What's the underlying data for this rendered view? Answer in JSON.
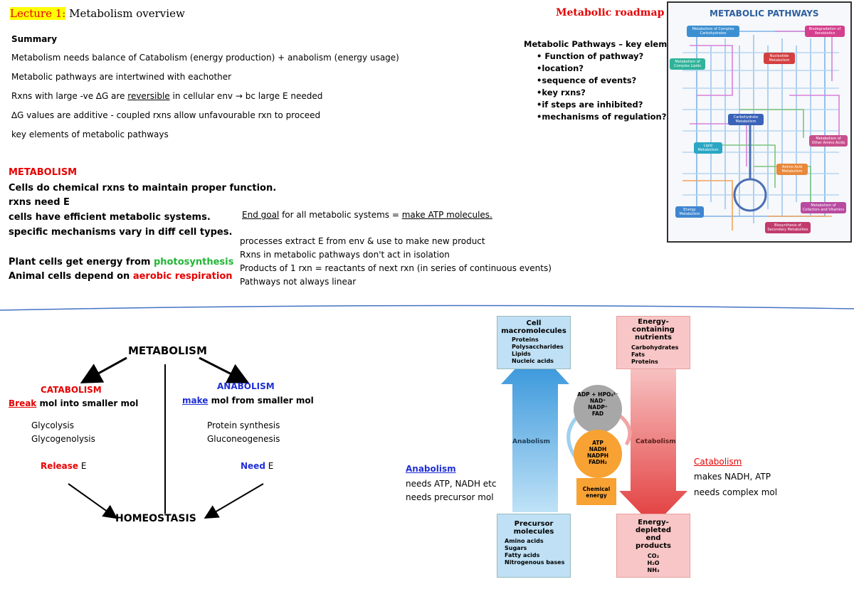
{
  "lecture": {
    "prefix": "Lecture 1:",
    "title": "Metabolism overview"
  },
  "summary": {
    "heading": "Summary",
    "lines": [
      "Metabolism needs balance of Catabolism (energy production) + anabolism (energy usage)",
      "Metabolic pathways are intertwined with eachother",
      "∆G values are additive - coupled rxns allow unfavourable rxn to proceed",
      "key elements of metabolic pathways"
    ],
    "rxn_line": {
      "prefix": "Rxns with large -ve ∆G are ",
      "underlined": "reversible",
      "middle": " in cellular env ",
      "arrow": "→",
      "suffix": " bc large E needed"
    }
  },
  "roadmap": {
    "title": "Metabolic roadmap",
    "key_heading": "Metabolic Pathways – key elements",
    "bullets": [
      "• Function of pathway?",
      "•location?",
      "•sequence of events?",
      "•key rxns?",
      "•if steps are inhibited?",
      "•mechanisms of regulation?"
    ],
    "map": {
      "heading": "METABOLIC PATHWAYS",
      "labels": [
        "Metabolism of Complex Carbohydrates",
        "Biodegradation of Xenobiotics",
        "Nucleotide Metabolism",
        "Metabolism of Complex Lipids",
        "Carbohydrate Metabolism",
        "Lipid Metabolism",
        "Metabolism of Other Amino Acids",
        "Amino Acid Metabolism",
        "Energy Metabolism",
        "Metabolism of Cofactors and Vitamins",
        "Biosynthesis of Secondary Metabolites"
      ]
    }
  },
  "metabolism_section": {
    "heading": "METABOLISM",
    "lines": [
      "Cells do chemical rxns to maintain proper function.",
      "rxns need E",
      "cells have efficient metabolic systems.",
      "specific mechanisms vary in diff cell types."
    ],
    "plant": {
      "prefix": "Plant cells get energy from ",
      "highlight": "photosynthesis"
    },
    "animal": {
      "prefix": "Animal cells depend on ",
      "highlight": "aerobic respiration"
    }
  },
  "goal": {
    "underlined1": "End goal",
    "middle": " for all metabolic systems  = ",
    "underlined2": "make ATP molecules."
  },
  "processes": [
    "processes extract E from env & use to make new product",
    "Rxns in metabolic pathways don't act in isolation",
    "Products of 1 rxn = reactants of next rxn (in series of continuous events)",
    "Pathways not always linear"
  ],
  "diagram": {
    "top": "METABOLISM",
    "bottom": "HOMEOSTASIS",
    "catabolism": {
      "title": "CATABOLISM",
      "break_word": "Break",
      "desc": " mol into smaller mol",
      "items": [
        "Glycolysis",
        "Glycogenolysis"
      ],
      "release_word": "Release",
      "release_suffix": " E"
    },
    "anabolism": {
      "title": "ANABOLISM",
      "make_word": "make",
      "desc": " mol from smaller mol",
      "items": [
        "Protein synthesis",
        "Gluconeogenesis"
      ],
      "need_word": "Need",
      "need_suffix": " E"
    }
  },
  "figure": {
    "cell_title": "Cell macromolecules",
    "cell_items": [
      "Proteins",
      "Polysaccharides",
      "Lipids",
      "Nucleic acids"
    ],
    "energy_title": "Energy-containing nutrients",
    "energy_items": [
      "Carbohydrates",
      "Fats",
      "Proteins"
    ],
    "anabolism_label": "Anabolism",
    "catabolism_label": "Catabolism",
    "gray_circle": [
      "ADP + HPO₄²⁻",
      "NAD⁺",
      "NADP⁺",
      "FAD"
    ],
    "orange_circle": [
      "ATP",
      "NADH",
      "NADPH",
      "FADH₂"
    ],
    "chemical_energy": "Chemical energy",
    "precursor_title": "Precursor molecules",
    "precursor_items": [
      "Amino acids",
      "Sugars",
      "Fatty acids",
      "Nitrogenous bases"
    ],
    "depleted_title": "Energy-depleted end products",
    "depleted_items": [
      "CO₂",
      "H₂O",
      "NH₃"
    ]
  },
  "anabolism_note": {
    "title": "Anabolism",
    "lines": [
      "needs ATP, NADH etc",
      "needs precursor mol"
    ]
  },
  "catabolism_note": {
    "title": "Catabolism",
    "lines": [
      "makes NADH, ATP",
      "needs complex mol"
    ]
  },
  "colors": {
    "red": "#e60000",
    "blue": "#1f2fd6",
    "green": "#21b535",
    "divider": "#4472c4"
  }
}
